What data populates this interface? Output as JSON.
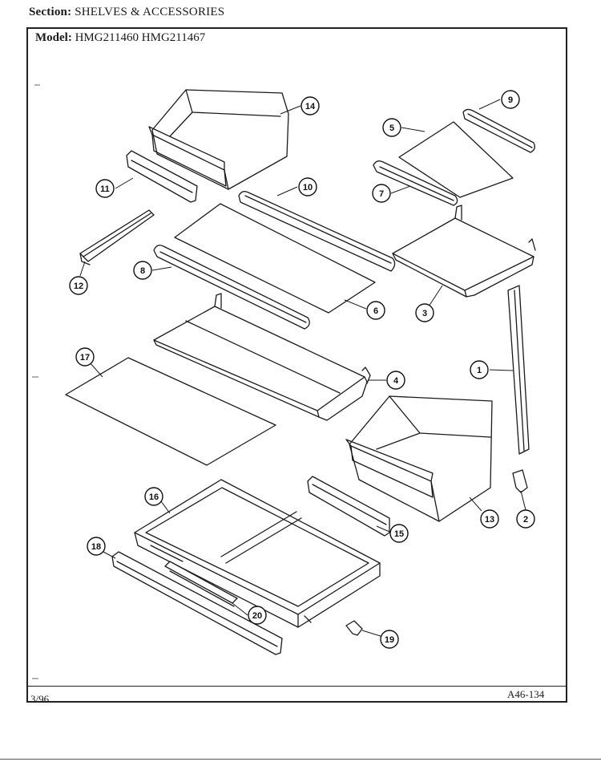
{
  "header": {
    "section_label": "Section:",
    "section_value": "SHELVES & ACCESSORIES",
    "model_label": "Model:",
    "model_value": "HMG211460  HMG211467"
  },
  "footer": {
    "date": "3/96",
    "page_code": "A46-134"
  },
  "callouts": [
    {
      "id": "c1",
      "label": "1"
    },
    {
      "id": "c2",
      "label": "2"
    },
    {
      "id": "c3",
      "label": "3"
    },
    {
      "id": "c4",
      "label": "4"
    },
    {
      "id": "c5",
      "label": "5"
    },
    {
      "id": "c6",
      "label": "6"
    },
    {
      "id": "c7",
      "label": "7"
    },
    {
      "id": "c8",
      "label": "8"
    },
    {
      "id": "c9",
      "label": "9"
    },
    {
      "id": "c10",
      "label": "10"
    },
    {
      "id": "c11",
      "label": "11"
    },
    {
      "id": "c12",
      "label": "12"
    },
    {
      "id": "c13",
      "label": "13"
    },
    {
      "id": "c14",
      "label": "14"
    },
    {
      "id": "c15",
      "label": "15"
    },
    {
      "id": "c16",
      "label": "16"
    },
    {
      "id": "c17",
      "label": "17"
    },
    {
      "id": "c18",
      "label": "18"
    },
    {
      "id": "c19",
      "label": "19"
    },
    {
      "id": "c20",
      "label": "20"
    }
  ]
}
